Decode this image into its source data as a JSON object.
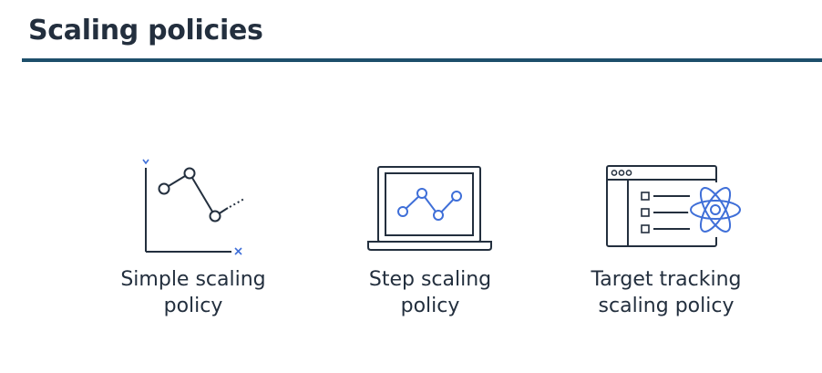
{
  "header": {
    "title": "Scaling policies"
  },
  "colors": {
    "dark": "#232f3e",
    "accent_blue": "#3f6fd8",
    "rule": "#1d4f6b"
  },
  "policies": [
    {
      "icon": "line-graph-icon",
      "label_line1": "Simple scaling",
      "label_line2": "policy"
    },
    {
      "icon": "laptop-graph-icon",
      "label_line1": "Step scaling",
      "label_line2": "policy"
    },
    {
      "icon": "checklist-atom-window-icon",
      "label_line1": "Target tracking",
      "label_line2": "scaling policy"
    }
  ]
}
